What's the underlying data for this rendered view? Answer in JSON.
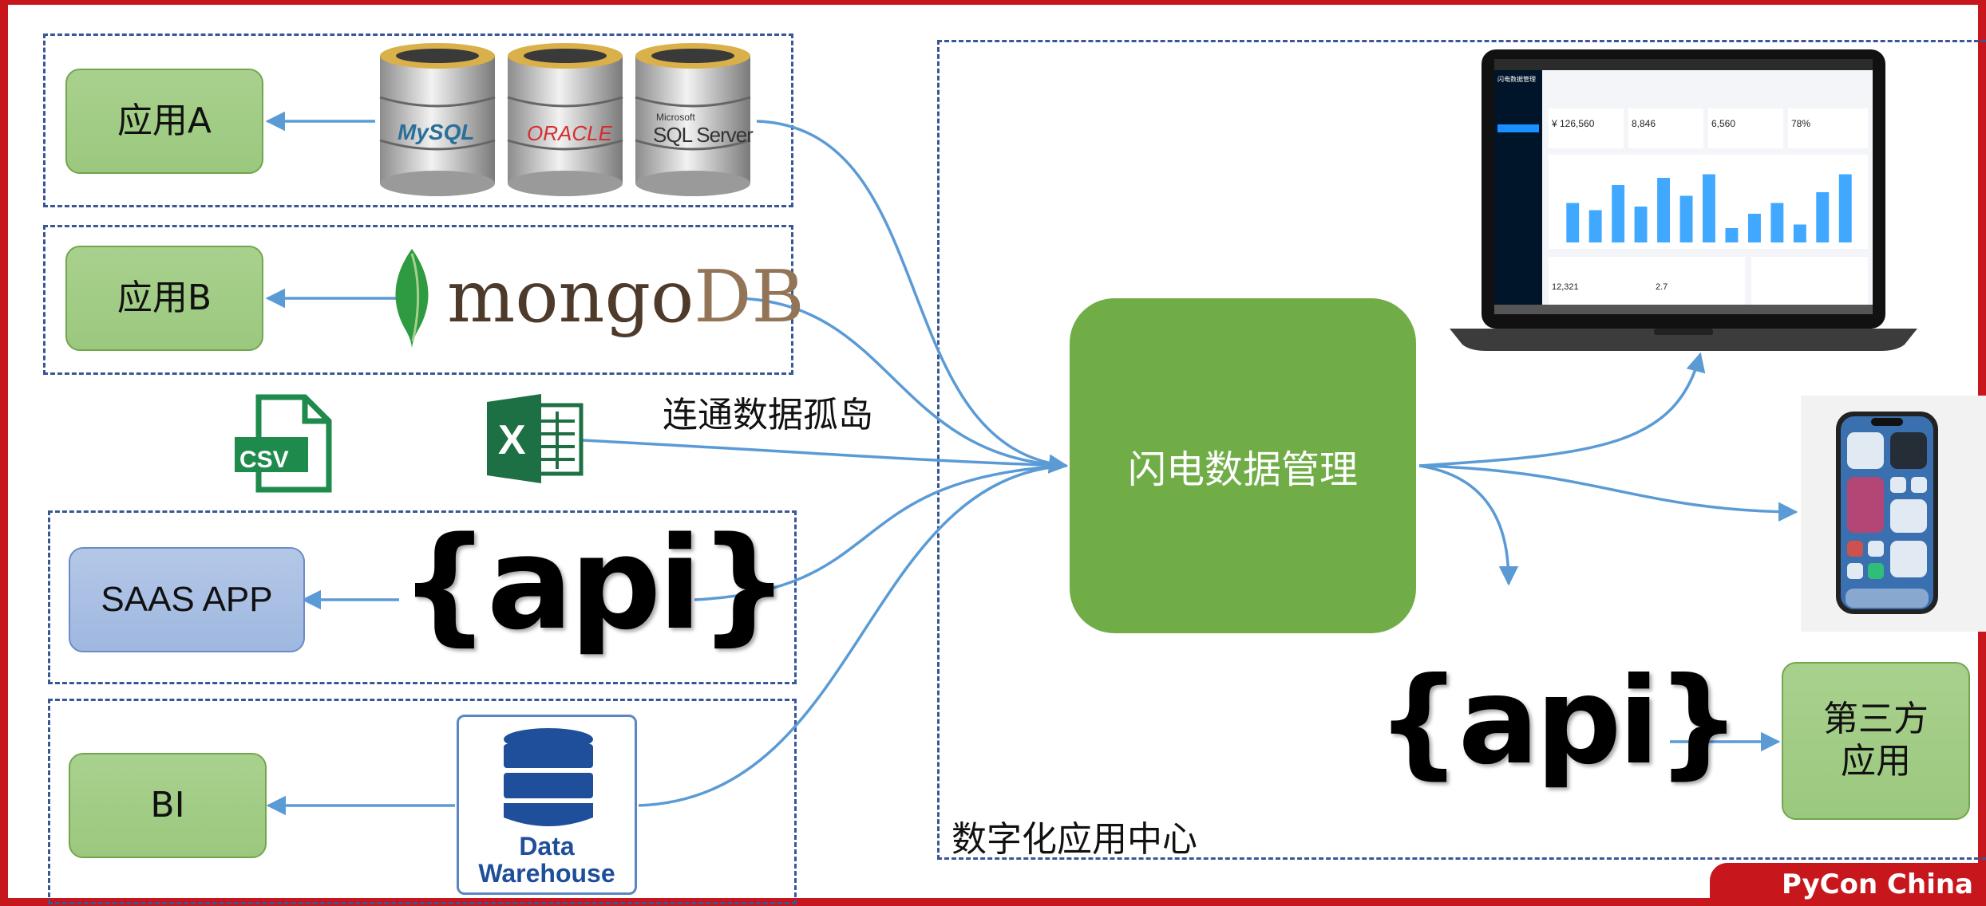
{
  "apps": {
    "app_a": "应用A",
    "app_b": "应用B",
    "saas_app": "SAAS APP",
    "bi": "BI",
    "third_party": "第三方\n应用"
  },
  "sources": {
    "mysql": "MySQL",
    "oracle": "ORACLE",
    "sqlserver_small": "Microsoft",
    "sqlserver": "SQL Server",
    "mongodb_a": "mongo",
    "mongodb_b": "DB",
    "csv": "CSV",
    "excel": "X",
    "api": "{api}",
    "warehouse_line1": "Data",
    "warehouse_line2": "Warehouse"
  },
  "labels": {
    "connect": "连通数据孤岛",
    "center": "闪电数据管理",
    "digital_center": "数字化应用中心",
    "api_out": "{api}",
    "badge": "PyCon China"
  },
  "laptop_screen": {
    "header": "闪电数据管理",
    "kpis": [
      "¥ 126,560",
      "8,846",
      "6,560",
      "78%"
    ],
    "footer_values": [
      "12,321",
      "2.7"
    ],
    "bars": [
      0.55,
      0.45,
      0.8,
      0.5,
      0.9,
      0.65,
      0.95,
      0.2,
      0.4,
      0.55,
      0.25,
      0.7,
      0.95
    ]
  },
  "colors": {
    "frame": "#c8161d",
    "green_box": "#a9d18e",
    "blue_box": "#b4c7e7",
    "center": "#70ad47",
    "arrow": "#5b9bd5",
    "dash": "#3a5795"
  }
}
